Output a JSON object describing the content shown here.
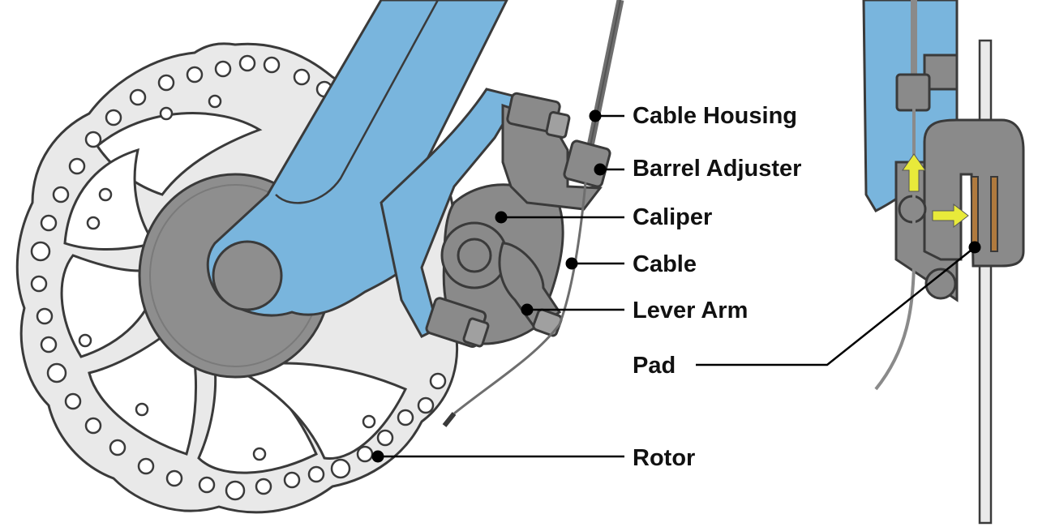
{
  "labels": {
    "cable_housing": "Cable Housing",
    "barrel_adjuster": "Barrel Adjuster",
    "caliper": "Caliper",
    "cable": "Cable",
    "lever_arm": "Lever Arm",
    "pad": "Pad",
    "rotor": "Rotor"
  },
  "colors": {
    "fork": "#79b5dd",
    "rotor": "#e9e9e9",
    "caliper": "#8a8a8a",
    "caliper_dark": "#6e6e6e",
    "hub": "#8e8e8e",
    "outline": "#3a3a3a",
    "leader": "#000000",
    "arrow": "#e8ea3a",
    "pad": "#b07a3e"
  }
}
